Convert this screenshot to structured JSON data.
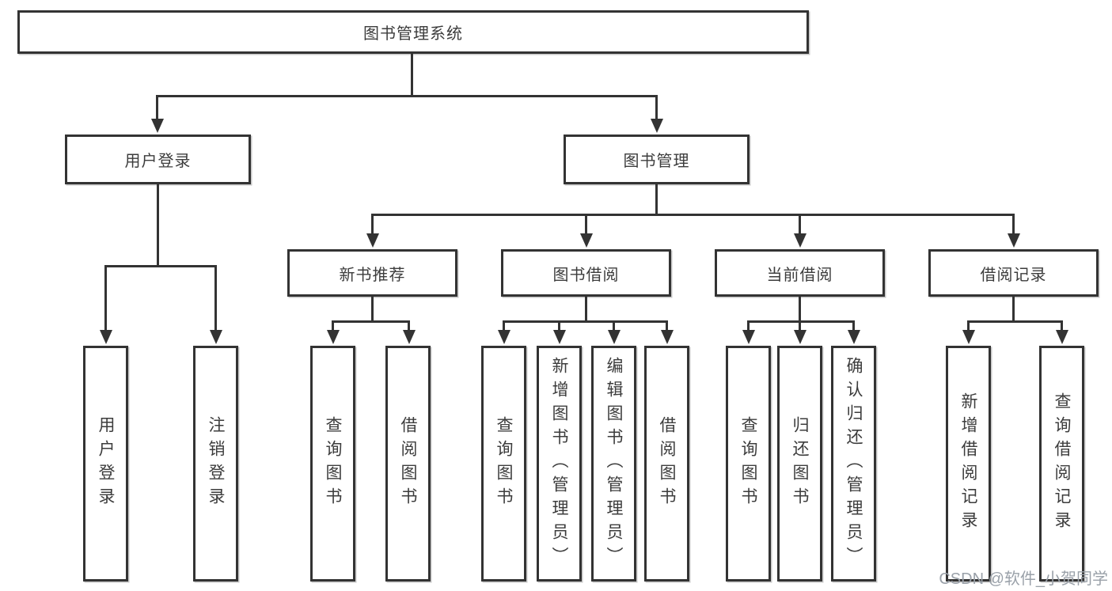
{
  "diagram": {
    "root": {
      "label": "图书管理系统"
    },
    "level2": [
      {
        "label": "用户登录"
      },
      {
        "label": "图书管理"
      }
    ],
    "level3": [
      {
        "label": "新书推荐"
      },
      {
        "label": "图书借阅"
      },
      {
        "label": "当前借阅"
      },
      {
        "label": "借阅记录"
      }
    ],
    "leaves": [
      {
        "label": "用户登录"
      },
      {
        "label": "注销登录"
      },
      {
        "label": "查询图书"
      },
      {
        "label": "借阅图书"
      },
      {
        "label": "查询图书"
      },
      {
        "label": "新增图书（管理员）"
      },
      {
        "label": "编辑图书（管理员）"
      },
      {
        "label": "借阅图书"
      },
      {
        "label": "查询图书"
      },
      {
        "label": "归还图书"
      },
      {
        "label": "确认归还（管理员）"
      },
      {
        "label": "新增借阅记录"
      },
      {
        "label": "查询借阅记录"
      }
    ],
    "colors": {
      "line": "#333333",
      "box_border": "#333333",
      "box_fill": "#ffffff",
      "text": "#3c3c3c",
      "watermark": "#9aa1a9"
    }
  },
  "watermark": {
    "text": "CSDN @软件_小贺同学"
  }
}
